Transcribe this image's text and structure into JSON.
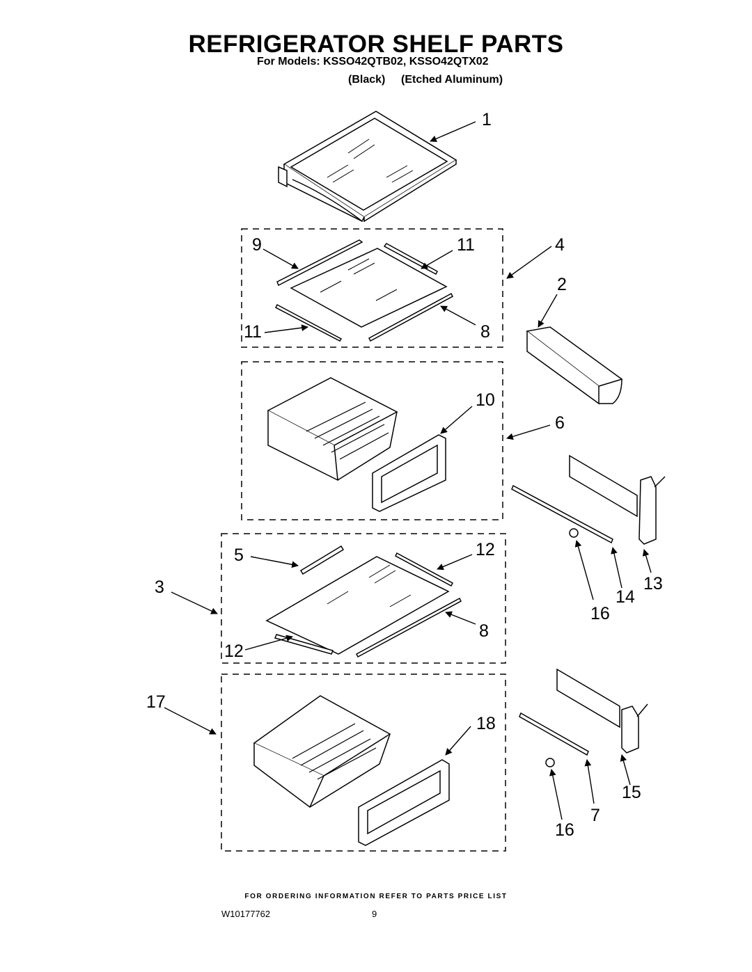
{
  "header": {
    "title": "REFRIGERATOR SHELF PARTS",
    "models_line": "For Models: KSSO42QTB02, KSSO42QTX02",
    "finish_black": "(Black)",
    "finish_aluminum": "(Etched Aluminum)"
  },
  "callouts": {
    "c1": "1",
    "c2": "2",
    "c3": "3",
    "c4": "4",
    "c5": "5",
    "c6": "6",
    "c7": "7",
    "c8a": "8",
    "c8b": "8",
    "c9": "9",
    "c10": "10",
    "c11a": "11",
    "c11b": "11",
    "c12a": "12",
    "c12b": "12",
    "c13": "13",
    "c14": "14",
    "c15": "15",
    "c16a": "16",
    "c16b": "16",
    "c17": "17",
    "c18": "18"
  },
  "footer": {
    "ordering_note": "FOR ORDERING INFORMATION REFER TO PARTS PRICE LIST",
    "doc_number": "W10177762",
    "page_number": "9"
  }
}
